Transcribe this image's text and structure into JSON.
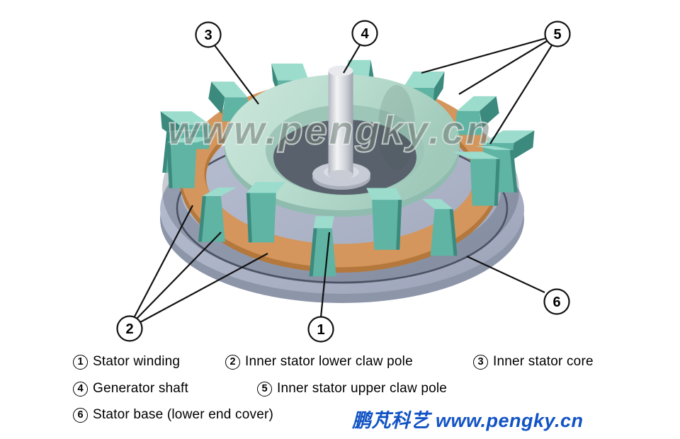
{
  "watermark": {
    "text": "www.pengky.cn"
  },
  "legend": {
    "items": [
      {
        "num": "1",
        "label": "Stator winding"
      },
      {
        "num": "2",
        "label": "Inner stator lower claw pole"
      },
      {
        "num": "3",
        "label": "Inner stator core"
      },
      {
        "num": "4",
        "label": "Generator shaft"
      },
      {
        "num": "5",
        "label": "Inner stator upper claw pole"
      },
      {
        "num": "6",
        "label": "Stator base (lower end cover)"
      }
    ]
  },
  "branding": {
    "text": "鹏芃科艺 www.pengky.cn",
    "color": "#1253c4"
  },
  "colors": {
    "claw_top": "#9bdccd",
    "claw_front": "#5fb4a4",
    "claw_side": "#3c8a7d",
    "copper": "#d4965c",
    "copper_dark": "#b5783c",
    "ring_under": "#8fbcae",
    "ring_wall": "#9dc6b8",
    "cavity": "#59616c",
    "base_top": "#aeb5c8",
    "base_rim": "#8d95a9",
    "groove": "#4c5262",
    "background": "#ffffff",
    "callout_ink": "#111111"
  }
}
